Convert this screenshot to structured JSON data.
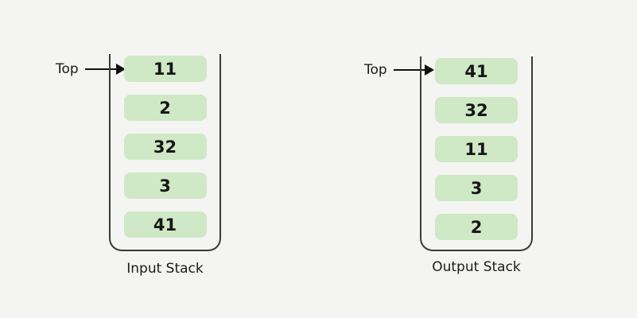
{
  "colors": {
    "background": "#f4f4f2",
    "box_fill": "#cfe8c5",
    "wall": "#3a3a3a",
    "arrow": "#111111",
    "text": "#1b1b1b"
  },
  "stacks": [
    {
      "id": "input-stack",
      "label": "Input Stack",
      "pointer_label": "Top",
      "items": [
        "11",
        "2",
        "32",
        "3",
        "41"
      ]
    },
    {
      "id": "output-stack",
      "label": "Output Stack",
      "pointer_label": "Top",
      "items": [
        "41",
        "32",
        "11",
        "3",
        "2"
      ]
    }
  ]
}
